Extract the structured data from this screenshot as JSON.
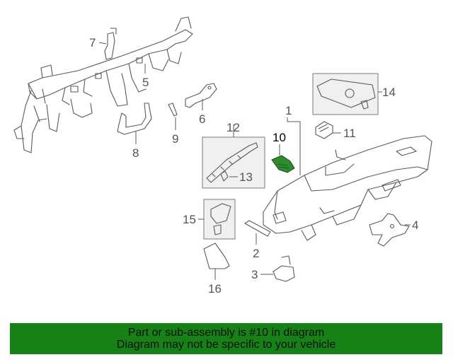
{
  "callouts": {
    "c1": "1",
    "c2": "2",
    "c3": "3",
    "c4": "4",
    "c5": "5",
    "c6": "6",
    "c7": "7",
    "c8": "8",
    "c9": "9",
    "c10": "10",
    "c11": "11",
    "c12": "12",
    "c13": "13",
    "c14": "14",
    "c15": "15",
    "c16": "16"
  },
  "highlight_part": "10",
  "colors": {
    "highlight": "#2e8b2e",
    "banner": "#178017",
    "line": "#5a5a5a",
    "box": "#f0f0f0"
  },
  "banner": {
    "line1": "Part or sub-assembly is #10 in diagram",
    "line2": "Diagram may not be specific to your vehicle"
  }
}
